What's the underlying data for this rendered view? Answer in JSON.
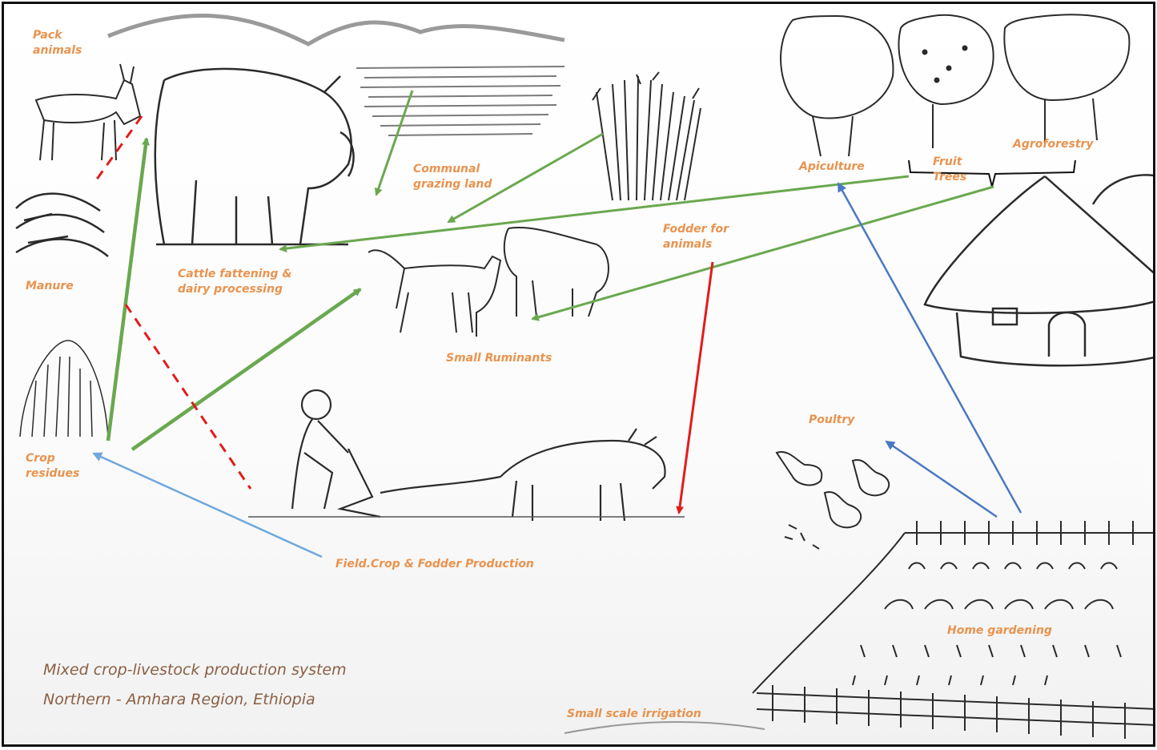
{
  "labels": {
    "pack_animals": "Pack\nanimals",
    "manure": "Manure",
    "crop_residues": "Crop\nresidues",
    "communal_grazing": "Communal\ngrazing land",
    "cattle_fattening": "Cattle fattening &\ndairy processing",
    "fodder_for_animals": "Fodder for\nanimals",
    "small_ruminants": "Small Ruminants",
    "apiculture": "Apiculture",
    "fruit_trees": "Fruit\nTrees",
    "agroforestry": "Agroforestry",
    "poultry": "Poultry",
    "field_crop": "Field.Crop & Fodder Production",
    "home_gardening": "Home gardening",
    "small_scale_irrigation": "Small scale irrigation"
  },
  "title": {
    "line1": "Mixed crop-livestock production system",
    "line2": "Northern - Amhara Region, Ethiopia"
  },
  "colors": {
    "label": "#e8934e",
    "title": "#8a5f44",
    "arrow_green": "#6aa84f",
    "arrow_red": "#e31b1b",
    "arrow_blue": "#4a78c2",
    "arrow_lightblue": "#6fa8dc",
    "sketch": "#2b2b2b"
  },
  "icons": [
    "donkey-sketch",
    "cattle-sketch",
    "grass-sketch",
    "trees-sketch",
    "hut-sketch",
    "goats-sketch",
    "plough-oxen-sketch",
    "chickens-sketch",
    "garden-fence-sketch"
  ]
}
